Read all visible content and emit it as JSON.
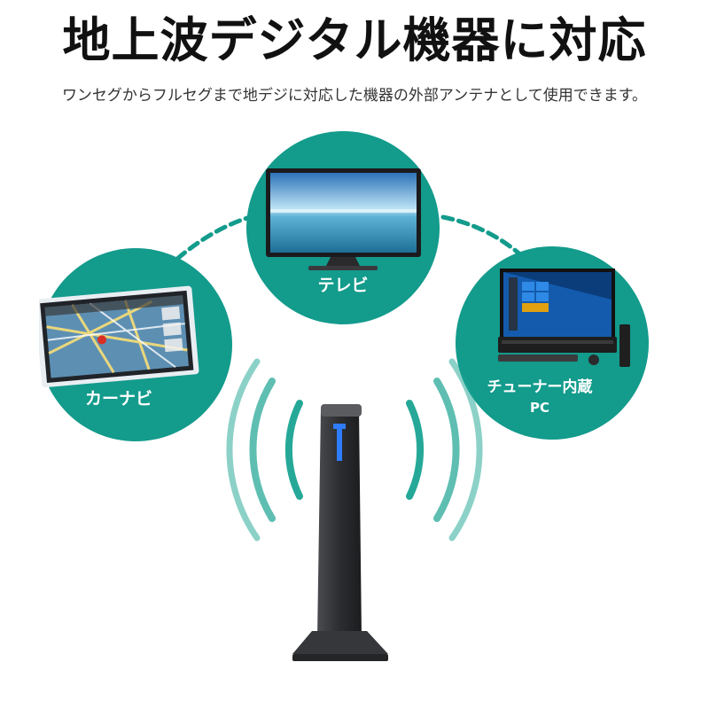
{
  "title": "地上波デジタル機器に対応",
  "subtitle": "ワンセグからフルセグまで地デジに対応した機器の外部アンテナとして使用できます。",
  "devices": {
    "tv": {
      "label": "テレビ"
    },
    "carnavi": {
      "label": "カーナビ"
    },
    "pc": {
      "label_line1": "チューナー内蔵",
      "label_line2": "PC"
    }
  },
  "colors": {
    "accent_teal": "#139b8c",
    "wave_teal": "#1aa392",
    "antenna_dark": "#2c2e31",
    "led_blue": "#2f7dff"
  },
  "icons": [
    "tv-icon",
    "car-navigation-icon",
    "desktop-pc-icon",
    "antenna-icon",
    "signal-wave-icon"
  ]
}
